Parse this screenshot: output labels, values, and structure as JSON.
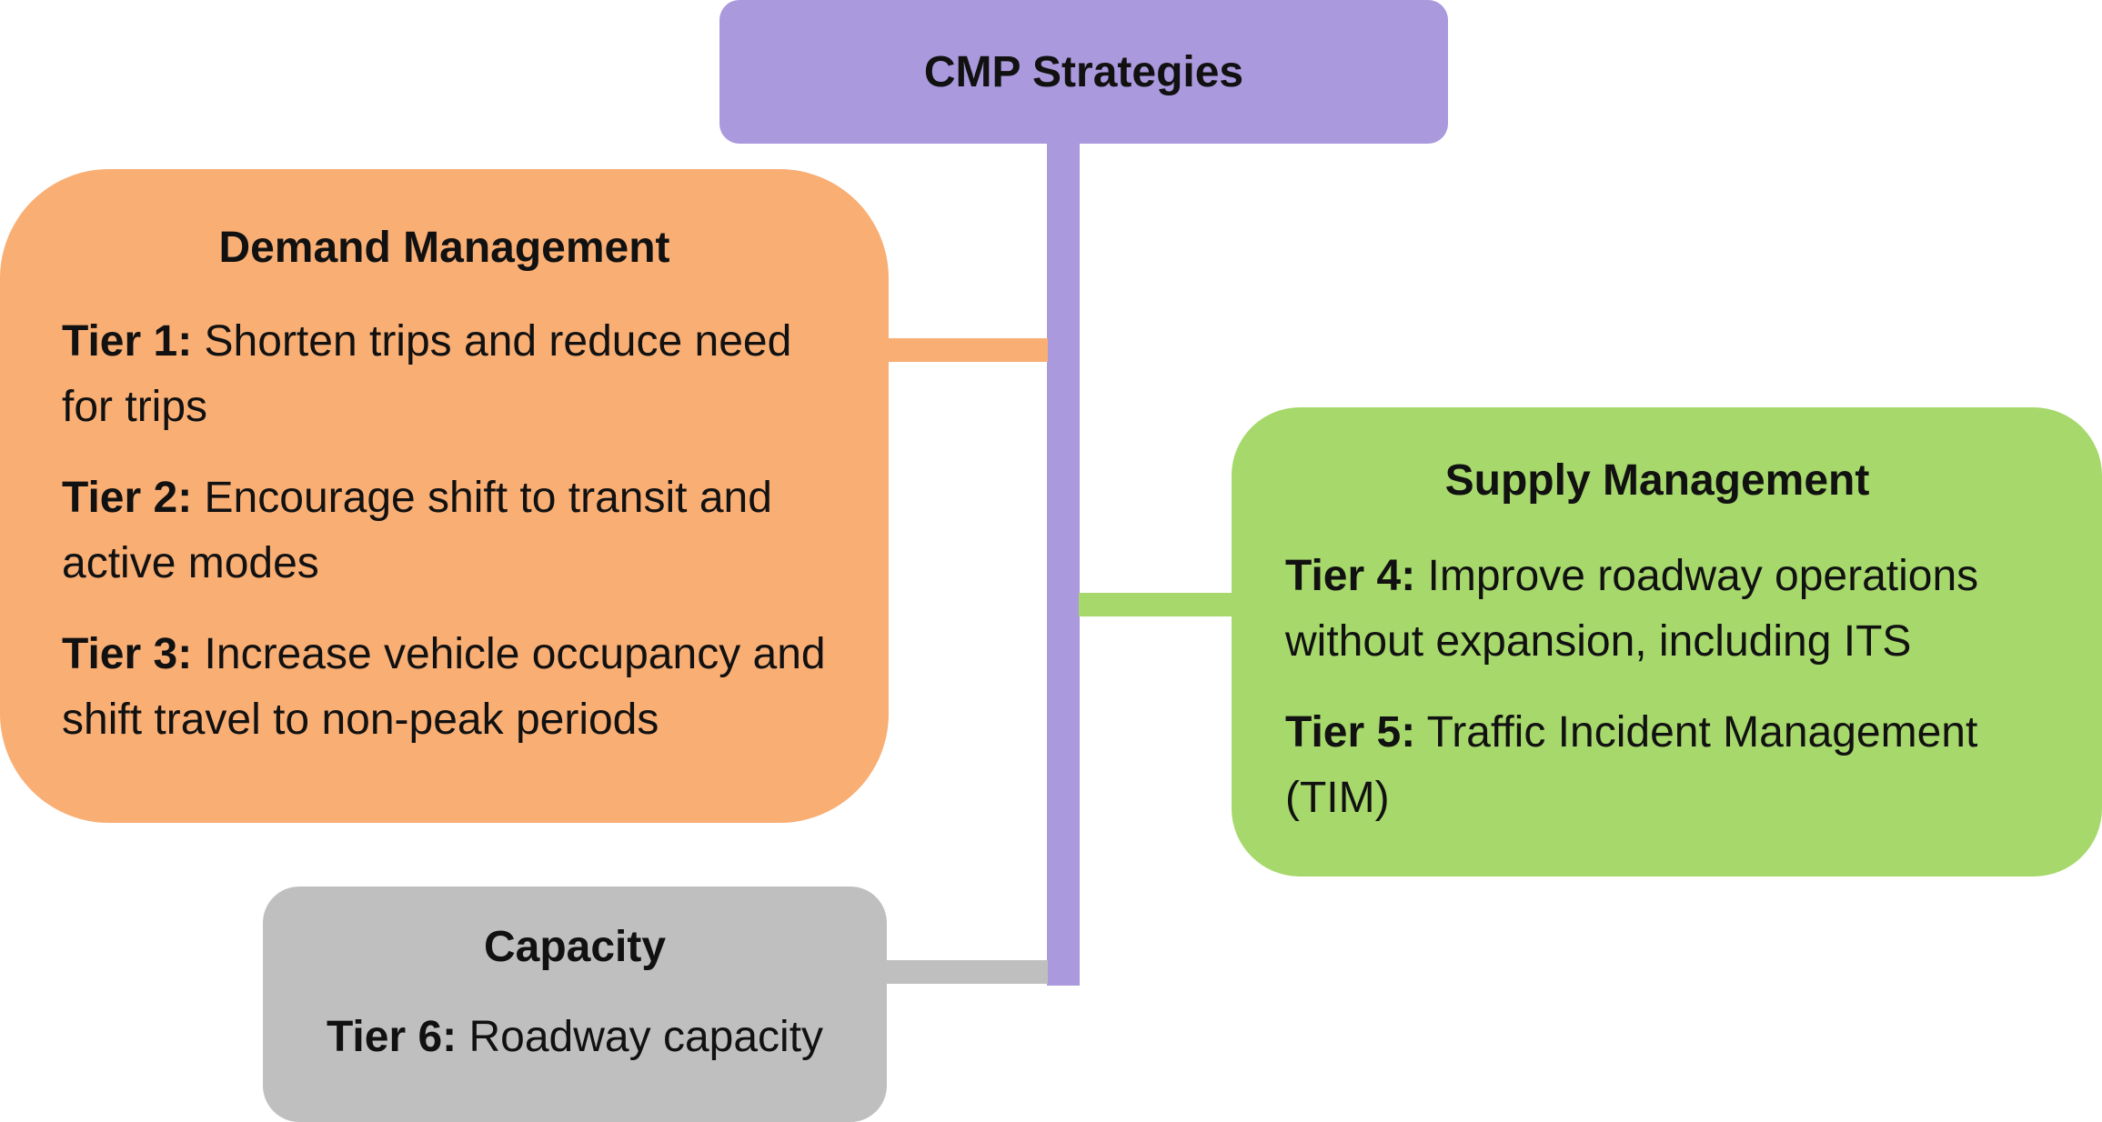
{
  "colors": {
    "trunk": "#aa99dd",
    "demand": "#f9ae74",
    "supply": "#a6d86b",
    "capacity": "#bfbfbf"
  },
  "title": "CMP Strategies",
  "demand": {
    "heading": "Demand Management",
    "tiers": [
      {
        "label": "Tier 1:",
        "text": "Shorten trips and reduce need for trips"
      },
      {
        "label": "Tier 2:",
        "text": "Encourage shift to transit and active modes"
      },
      {
        "label": "Tier 3:",
        "text": "Increase vehicle occupancy and shift travel to non-peak periods"
      }
    ]
  },
  "supply": {
    "heading": "Supply Management",
    "tiers": [
      {
        "label": "Tier 4:",
        "text": "Improve roadway operations without expansion, including ITS"
      },
      {
        "label": "Tier 5:",
        "text": "Traffic Incident Management (TIM)"
      }
    ]
  },
  "capacity": {
    "heading": "Capacity",
    "tiers": [
      {
        "label": "Tier 6:",
        "text": "Roadway capacity"
      }
    ]
  }
}
